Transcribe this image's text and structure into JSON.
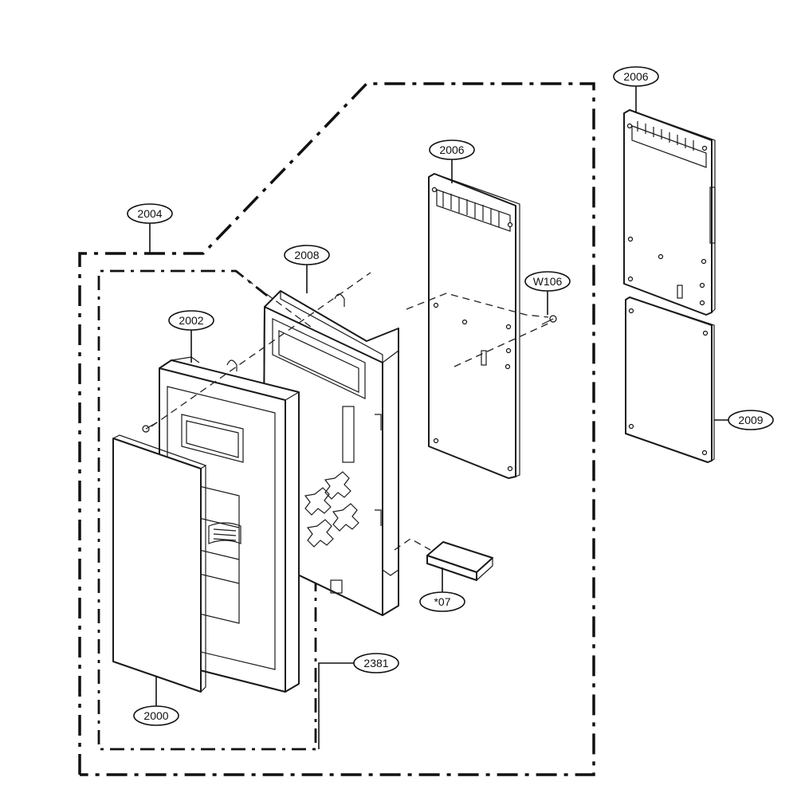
{
  "callouts": {
    "c2004": "2004",
    "c2008": "2008",
    "c2002": "2002",
    "c2006a": "2006",
    "c2006b": "2006",
    "cW106": "W106",
    "c2009": "2009",
    "c07": "*07",
    "c2381": "2381",
    "c2000": "2000"
  }
}
